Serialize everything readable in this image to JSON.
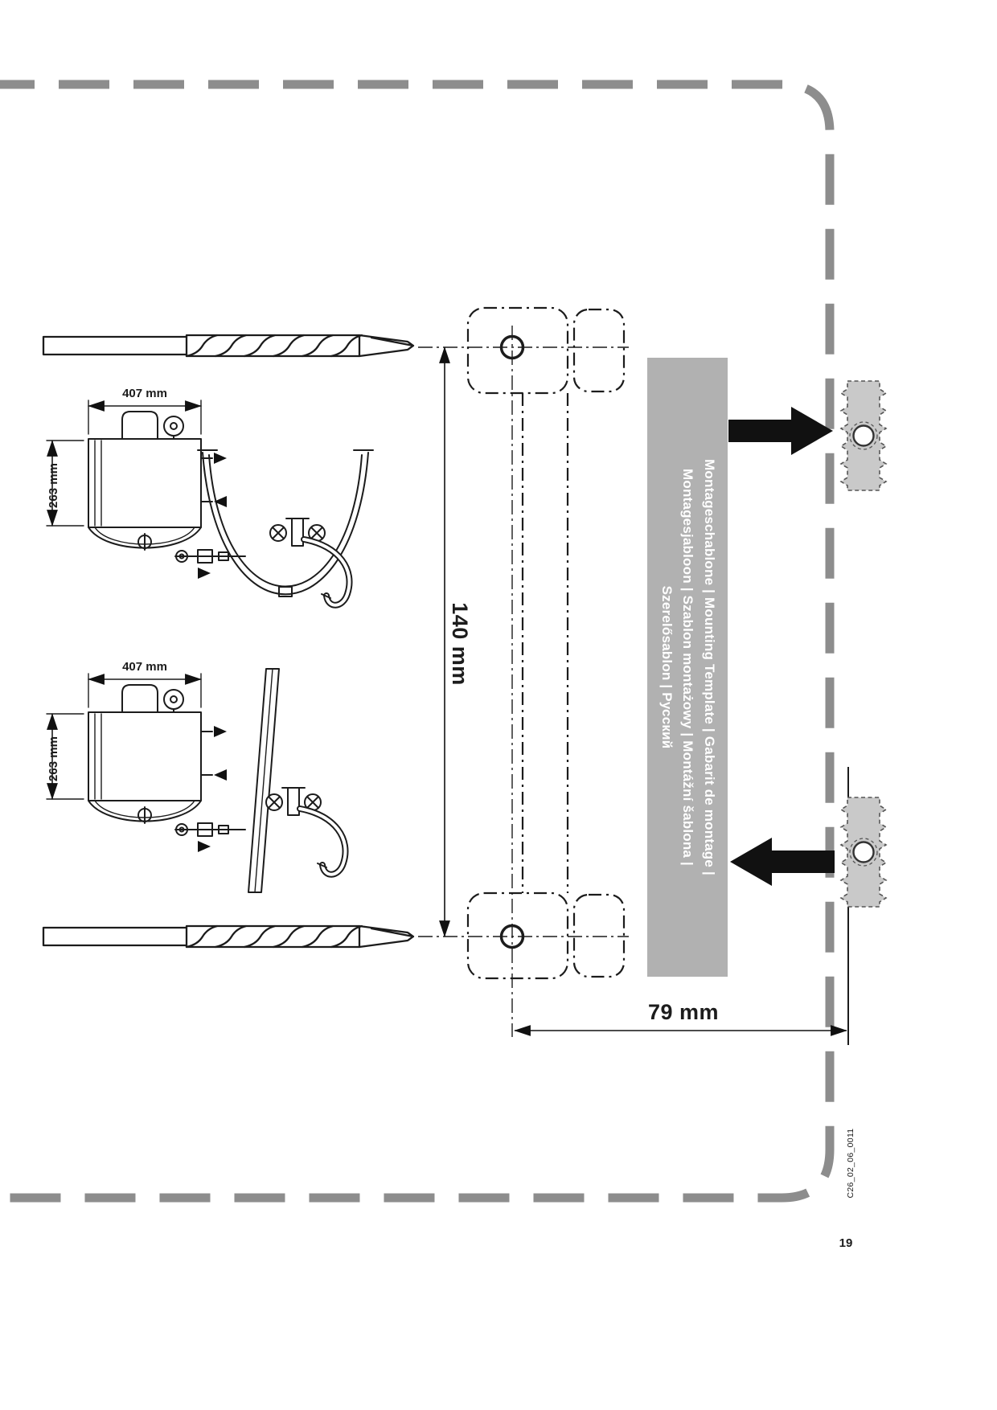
{
  "document": {
    "type": "mounting-template-page",
    "page_number": "19",
    "doc_code": "C26_02_06_0011"
  },
  "template_bar": {
    "bg_color": "#b1b1b1",
    "text_color": "#ffffff",
    "lines": [
      "Montageschablone | Mounting Template | Gabarit de montage |",
      "Montagesjabloon | Szablon montażowy | Montážní šablona |",
      "Szerelősablon | Русский"
    ]
  },
  "dimensions": {
    "hole_spacing_vertical": "140 mm",
    "hole_offset_horizontal": "79 mm",
    "appliance_width": "407 mm",
    "appliance_height": "263 mm"
  },
  "illustrations": {
    "drill_bit_top": "drill-bit",
    "drill_bit_bottom": "drill-bit",
    "appliance_top": "under-sink-water-heater-with-round-basin",
    "appliance_bottom": "under-sink-water-heater-with-flat-basin",
    "wall_anchor_top": "wall-plug",
    "wall_anchor_bottom": "wall-plug",
    "direction_arrow_top": "arrow-right",
    "direction_arrow_bottom": "arrow-left"
  },
  "colors": {
    "cut_line": "#8d8d8d",
    "line_art": "#1c1c1c",
    "anchor_fill": "#c9c9c9",
    "arrow_fill": "#111111"
  }
}
